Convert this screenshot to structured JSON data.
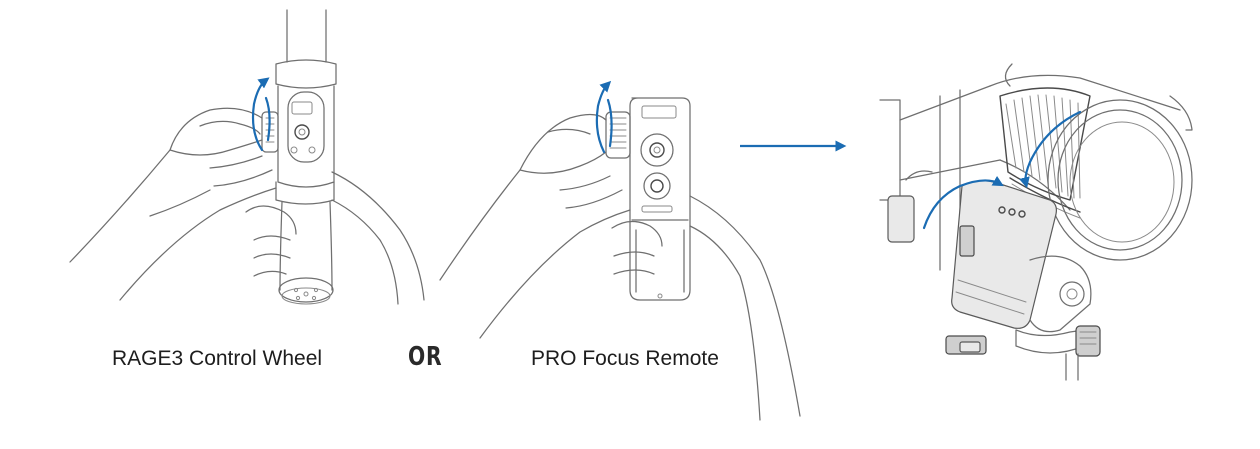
{
  "labels": {
    "control_wheel": "RAGE3 Control Wheel",
    "or": "OR",
    "focus_remote": "PRO Focus Remote"
  },
  "colors": {
    "arrow": "#1b6cb3",
    "line_art": "#6f6f6f"
  }
}
